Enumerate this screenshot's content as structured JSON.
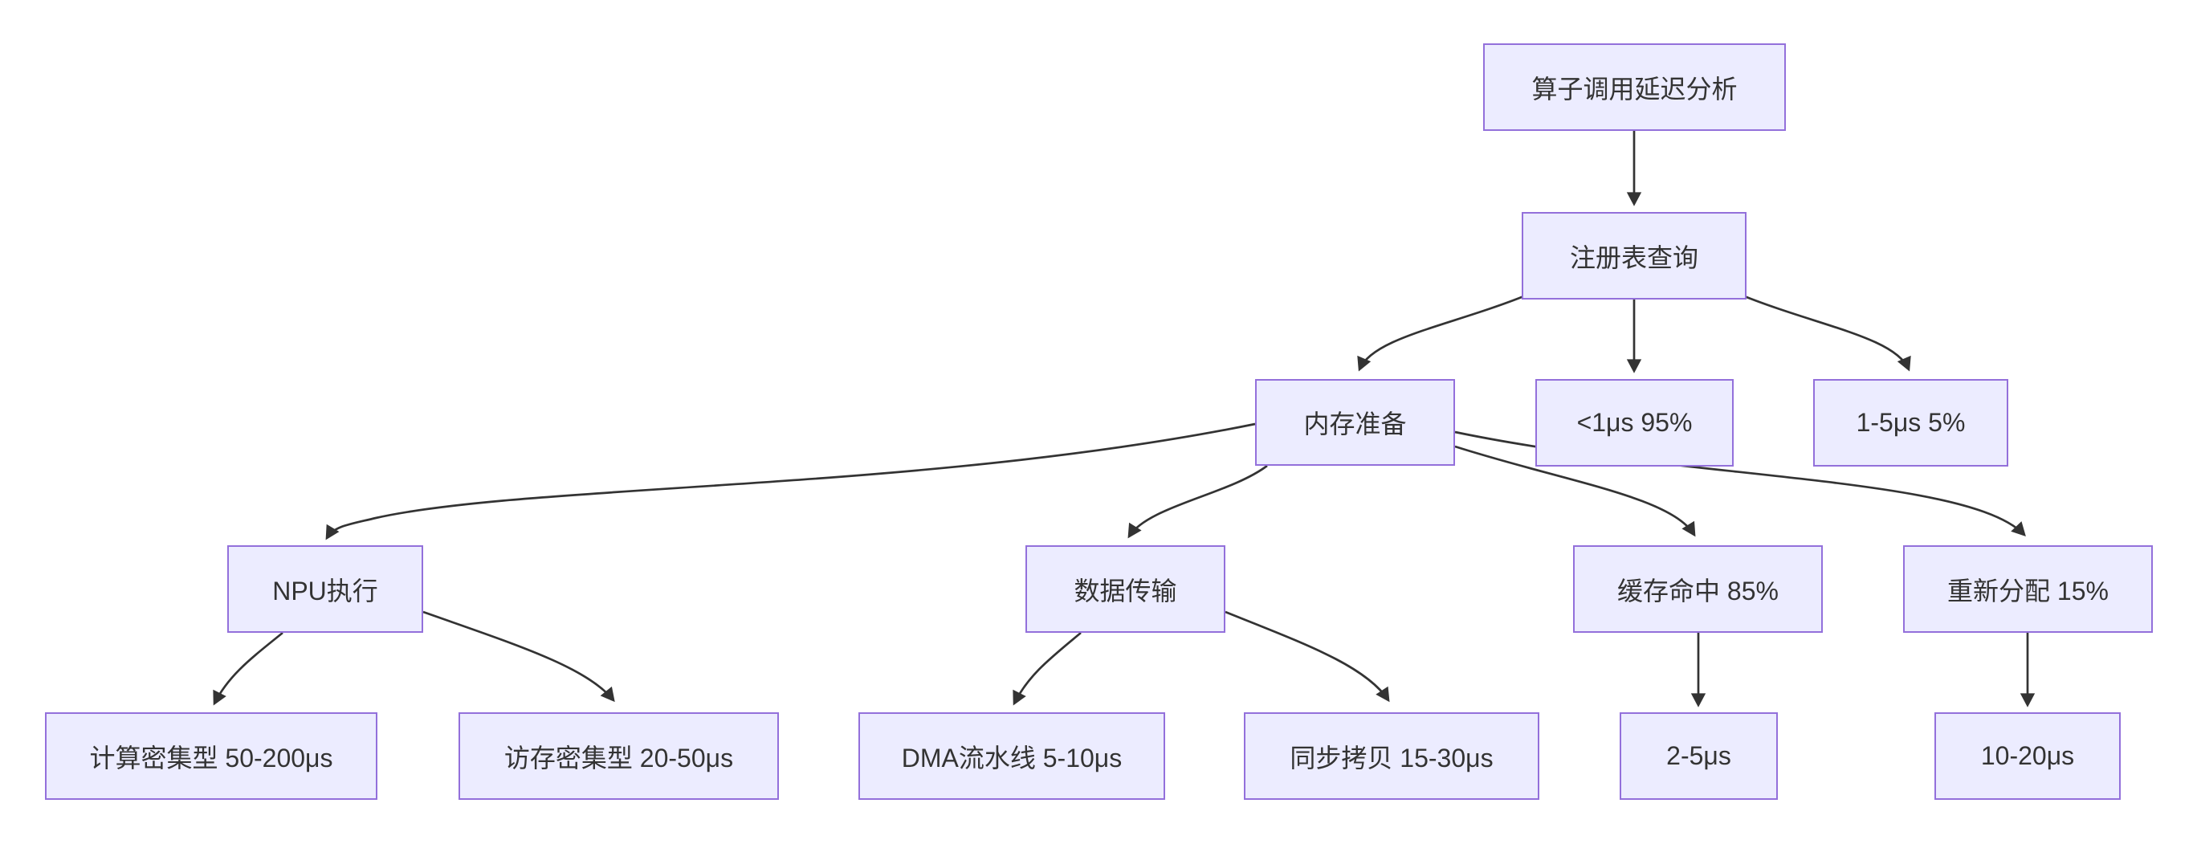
{
  "diagram": {
    "type": "flowchart",
    "direction": "top-down",
    "title": "算子调用延迟分析",
    "colors": {
      "node_fill": "#ECECFF",
      "node_border": "#9370DB",
      "edge_stroke": "#333333",
      "text": "#333333",
      "background": "#ffffff"
    },
    "nodes": [
      {
        "id": "root",
        "label": "算子调用延迟分析"
      },
      {
        "id": "registry",
        "label": "注册表查询"
      },
      {
        "id": "memory",
        "label": "内存准备"
      },
      {
        "id": "lt1us",
        "label": "<1μs 95%"
      },
      {
        "id": "us15",
        "label": "1-5μs 5%"
      },
      {
        "id": "npu",
        "label": "NPU执行"
      },
      {
        "id": "transfer",
        "label": "数据传输"
      },
      {
        "id": "cachehit",
        "label": "缓存命中 85%"
      },
      {
        "id": "realloc",
        "label": "重新分配 15%"
      },
      {
        "id": "compute",
        "label": "计算密集型 50-200μs"
      },
      {
        "id": "membound",
        "label": "访存密集型 20-50μs"
      },
      {
        "id": "dma",
        "label": "DMA流水线 5-10μs"
      },
      {
        "id": "synccopy",
        "label": "同步拷贝 15-30μs"
      },
      {
        "id": "c25",
        "label": "2-5μs"
      },
      {
        "id": "c1020",
        "label": "10-20μs"
      }
    ],
    "edges": [
      {
        "from": "root",
        "to": "registry"
      },
      {
        "from": "registry",
        "to": "memory"
      },
      {
        "from": "registry",
        "to": "lt1us"
      },
      {
        "from": "registry",
        "to": "us15"
      },
      {
        "from": "memory",
        "to": "npu"
      },
      {
        "from": "memory",
        "to": "transfer"
      },
      {
        "from": "memory",
        "to": "cachehit"
      },
      {
        "from": "memory",
        "to": "realloc"
      },
      {
        "from": "npu",
        "to": "compute"
      },
      {
        "from": "npu",
        "to": "membound"
      },
      {
        "from": "transfer",
        "to": "dma"
      },
      {
        "from": "transfer",
        "to": "synccopy"
      },
      {
        "from": "cachehit",
        "to": "c25"
      },
      {
        "from": "realloc",
        "to": "c1020"
      }
    ]
  }
}
